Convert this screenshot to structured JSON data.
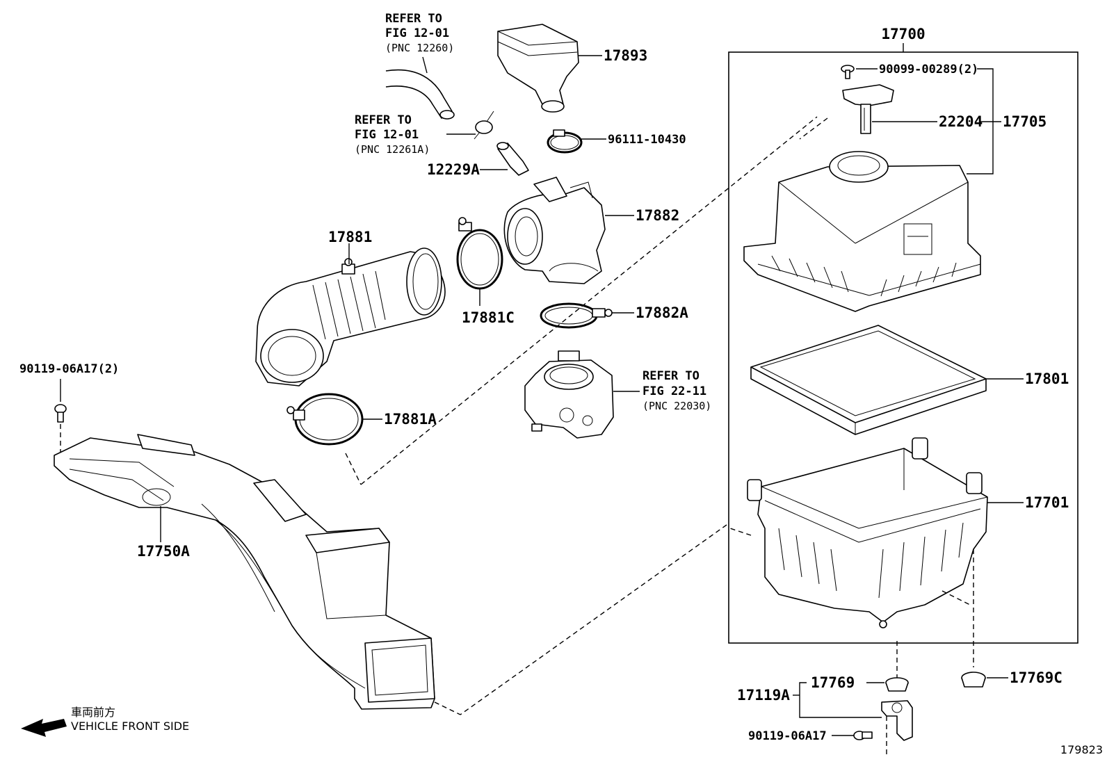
{
  "diagram_id": "179823",
  "parts": [
    {
      "key": "p17700",
      "label": "17700"
    },
    {
      "key": "p90099",
      "label": "90099-00289(2)"
    },
    {
      "key": "p22204",
      "label": "22204"
    },
    {
      "key": "p17705",
      "label": "17705"
    },
    {
      "key": "p17893",
      "label": "17893"
    },
    {
      "key": "p96111",
      "label": "96111-10430"
    },
    {
      "key": "p12229A",
      "label": "12229A"
    },
    {
      "key": "p17882",
      "label": "17882"
    },
    {
      "key": "p17881",
      "label": "17881"
    },
    {
      "key": "p17881C",
      "label": "17881C"
    },
    {
      "key": "p17882A",
      "label": "17882A"
    },
    {
      "key": "p17801",
      "label": "17801"
    },
    {
      "key": "p17881A",
      "label": "17881A"
    },
    {
      "key": "p17701",
      "label": "17701"
    },
    {
      "key": "p90119top",
      "label": "90119-06A17(2)"
    },
    {
      "key": "p17750A",
      "label": "17750A"
    },
    {
      "key": "p17769",
      "label": "17769"
    },
    {
      "key": "p17769C",
      "label": "17769C"
    },
    {
      "key": "p17119A",
      "label": "17119A"
    },
    {
      "key": "p90119bot",
      "label": "90119-06A17"
    }
  ],
  "refs": [
    {
      "key": "ref1",
      "line1": "REFER TO",
      "line2": "FIG 12-01",
      "line3": "(PNC 12260)"
    },
    {
      "key": "ref2",
      "line1": "REFER TO",
      "line2": "FIG 12-01",
      "line3": "(PNC 12261A)"
    },
    {
      "key": "ref3",
      "line1": "REFER TO",
      "line2": "FIG 22-11",
      "line3": "(PNC 22030)"
    }
  ],
  "front_note": {
    "jp": "車両前方",
    "en": "VEHICLE FRONT SIDE"
  }
}
